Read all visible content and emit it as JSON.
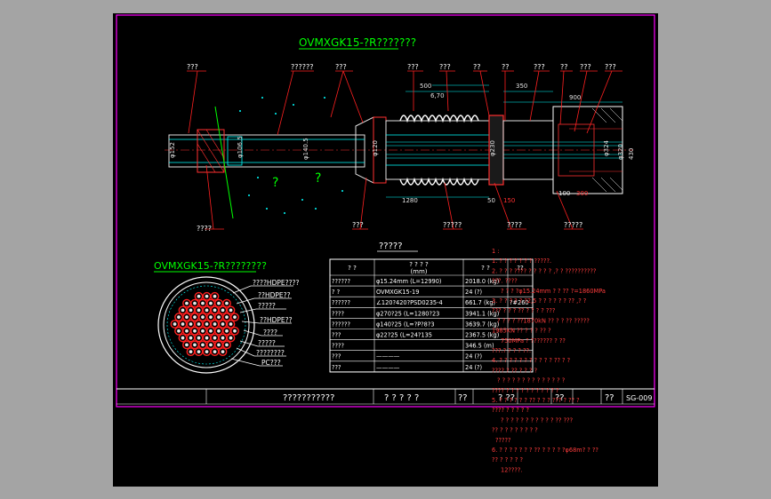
{
  "drawing": {
    "main_title": "OVMXGK15-?R???????",
    "section_title": "OVMXGK15-?R????????",
    "table_title": "?????",
    "drawing_number": "SG-009"
  },
  "callouts_top": [
    "???",
    "??????",
    "???",
    "???",
    "???",
    "??",
    "??",
    "???",
    "??",
    "???",
    "???"
  ],
  "callouts_bottom": [
    "????",
    "???",
    "?????",
    "????",
    "?????"
  ],
  "section_labels": [
    "????HDPE????",
    "??HDPE??",
    "?????",
    "??HDPE??",
    "????",
    "?????",
    "????????",
    "PC???"
  ],
  "dimensions": {
    "d500": "500",
    "d670": "6,70",
    "d350": "350",
    "d900": "900",
    "d1280": "1280",
    "d50": "50",
    "d150": "150",
    "d100": "100",
    "d300": "300",
    "phi152": "φ152",
    "phi1065": "φ106.5",
    "phi140": "φ140.5",
    "phi120": "φ120",
    "phi320": "φ320",
    "d430": "430",
    "phi324": "φ324",
    "phi230": "φ230"
  },
  "table": {
    "headers": [
      "? ?",
      "? ? ? ?\n(mm)",
      "? ?",
      "??"
    ],
    "rows": [
      [
        "??????",
        "φ15.24mm  (L=12990)",
        "2018.0 (kg)",
        ""
      ],
      [
        "? ?",
        "OVMXGK15-19",
        "24 (?)",
        ""
      ],
      [
        "??????",
        "∠120?420?PSD0235-4",
        "661.7 (kg)",
        "?#260"
      ],
      [
        "????",
        "φ270?25 (L=1280?23",
        "3941.1 (kg)",
        ""
      ],
      [
        "??????",
        "φ140?25 (L=?P?8?3",
        "3639.7 (kg)",
        ""
      ],
      [
        "???",
        "φ22?25  (L=24?135",
        "2367.5 (kg)",
        ""
      ],
      [
        "????",
        "",
        "346.5 (m)",
        ""
      ],
      [
        "???",
        "————",
        "24 (?)",
        ""
      ],
      [
        "???",
        "————",
        "24 (?)",
        ""
      ]
    ]
  },
  "title_block": {
    "project": "???????????",
    "cells": [
      "? ? ? ? ?",
      "??",
      "? ??",
      "??",
      "??"
    ]
  },
  "notes": [
    "1 :",
    "1. ? ? ? ? ? ? ?  ?????.",
    "2. ? ? ? ???? ? ? ? ? ? ,? ? ??????????",
    "???. ????",
    "? ? ? ?φ15.24mm ? ? ?? ?=1860MPa",
    "3. ? ? ? ? ? ?2,5 ? ? ? ? ? ? ?? ,? ?",
    "??? ? ? ? ?? ? ? ? ? ???",
    "? ? ? ? ??1870kN ??  ? ? ?? ?????",
    "1985KN  ?? ? ? ? ??  ?",
    "750MPa ? ??????? ? ??",
    "???.? ? ? ? ??.",
    "4. ? ? ? ? ? ? ? ? ? ? ? ?? ? ?",
    "???? ? ?? ? ? ? ?",
    "? ? ? ? ? ? ? ? ? ? ? ? ? ?",
    "???? ? ? ? ? ? ? ? ? ? ? ?",
    "5. ? ? ? ? ? ? ?? ? ? ? ??? ? ?? ?",
    "???? ? ? ? ? ?",
    "? ? ? ? ? ? ? ? ? ? ? ??  ???",
    "?? ? ? ? ? ? ? ? ?",
    "?????",
    "6. ? ? ? ? ? ? ? ?? ? ? ? ? ?φ68m? ? ??",
    "?? ? ? ? ? ?",
    "12????."
  ],
  "colors": {
    "background": "#a4a4a4",
    "sheet": "#000000",
    "frame": "#ff00ff",
    "text_white": "#ffffff",
    "title_green": "#00ff00",
    "notes_red": "#ff3c3c",
    "dim_cyan": "#00ffff",
    "leader_red": "#ff2020",
    "tendon_white": "#e8e8e8"
  }
}
